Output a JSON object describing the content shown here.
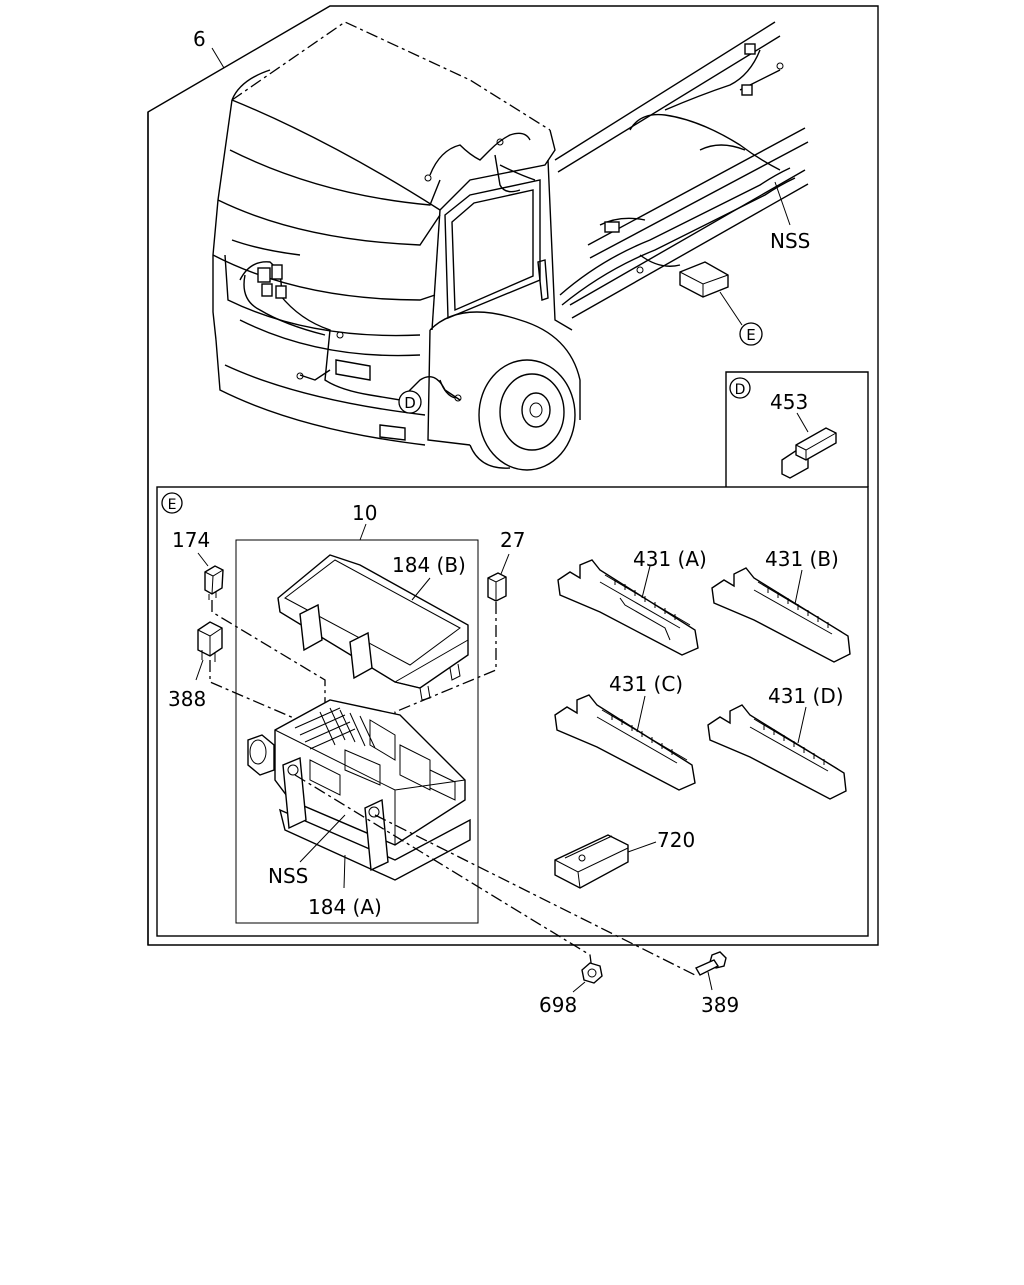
{
  "diagram": {
    "callouts": {
      "c6": "6",
      "nss_top": "NSS",
      "e_ref_top": "E",
      "d_ref_truck": "D",
      "d_box_label": "D",
      "c453": "453",
      "e_box_label": "E",
      "c10": "10",
      "c174": "174",
      "c27": "27",
      "c184b": "184 (B)",
      "c388": "388",
      "nss_box": "NSS",
      "c184a": "184 (A)",
      "c431a": "431 (A)",
      "c431b": "431 (B)",
      "c431c": "431 (C)",
      "c431d": "431 (D)",
      "c720": "720",
      "c698": "698",
      "c389": "389"
    }
  }
}
